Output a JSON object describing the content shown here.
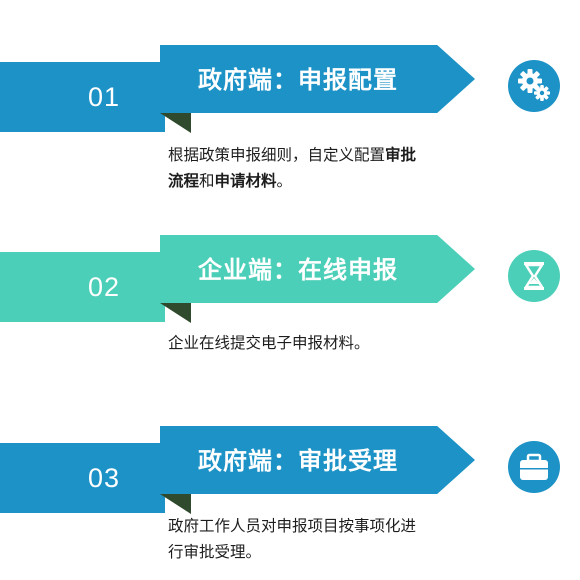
{
  "steps": [
    {
      "number": "01",
      "title": "政府端：申报配置",
      "icon": "gears-icon",
      "color": "#1c92c6",
      "desc_parts": [
        "根据政策申报细则，自定义配置",
        "审批",
        "",
        "流程",
        "和",
        "申请材料",
        "。"
      ]
    },
    {
      "number": "02",
      "title": "企业端：在线申报",
      "icon": "hourglass-icon",
      "color": "#4ccfb8",
      "desc": "企业在线提交电子申报材料。"
    },
    {
      "number": "03",
      "title": "政府端：审批受理",
      "icon": "briefcase-icon",
      "color": "#1c92c6",
      "desc_lines": [
        "政府工作人员对申报项目按事项化进",
        "行审批受理。"
      ]
    }
  ]
}
